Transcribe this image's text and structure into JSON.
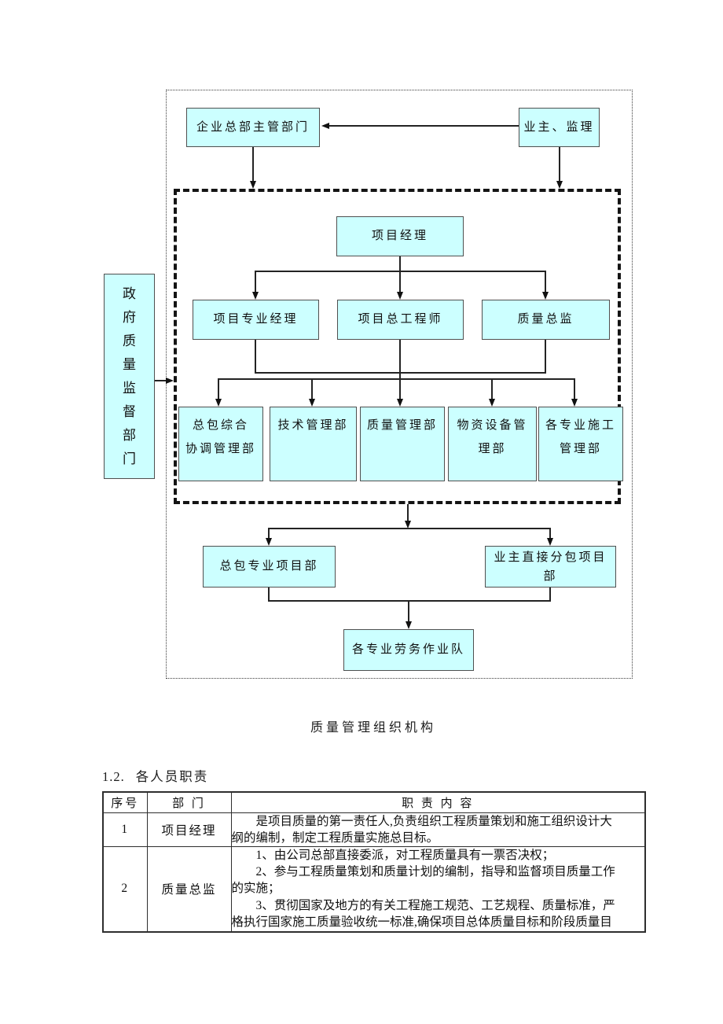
{
  "diagram": {
    "caption": "质量管理组织机构",
    "box_fill_color": "#CCFFFF",
    "nodes": {
      "hq": "企业总部主管部门",
      "owner": "业主、监理",
      "pm": "项目经理",
      "spm": "项目专业经理",
      "chief_engineer": "项目总工程师",
      "quality_director": "质量总监",
      "gov": "政府质量监督部门",
      "dept_coord": "总包综合\n协调管理部",
      "dept_tech": "技术管理部",
      "dept_quality": "质量管理部",
      "dept_material": "物资设备管\n理部",
      "dept_special": "各专业施工\n管理部",
      "gc_project": "总包专业项目部",
      "owner_sub_project": "业主直接分包项目\n部",
      "labor_teams": "各专业劳务作业队"
    }
  },
  "section": {
    "number": "1.2.",
    "title": "各人员职责"
  },
  "table": {
    "headers": [
      "序号",
      "部  门",
      "职 责 内 容"
    ],
    "rows": [
      {
        "no": "1",
        "dept": "项目经理",
        "content": [
          "是项目质量的第一责任人,负责组织工程质量策划和施工组织设计大\n纲的编制，制定工程质量实施总目标。"
        ]
      },
      {
        "no": "2",
        "dept": "质量总监",
        "content": [
          "1、由公司总部直接委派，对工程质量具有一票否决权；",
          "2、参与工程质量策划和质量计划的编制，指导和监督项目质量工作\n的实施；",
          "3、贯彻国家及地方的有关工程施工规范、工艺规程、质量标准，严\n格执行国家施工质量验收统一标准,确保项目总体质量目标和阶段质量目"
        ]
      }
    ]
  }
}
